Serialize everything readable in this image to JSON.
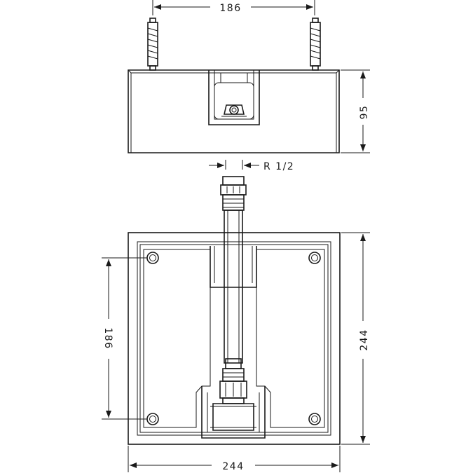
{
  "dimensions": {
    "top_anchor_spacing": "186",
    "housing_height": "95",
    "thread_size": "R 1/2",
    "plate_height": "244",
    "plate_hole_spacing": "186",
    "plate_width": "244"
  },
  "colors": {
    "line": "#1a1a1a",
    "background": "#ffffff"
  }
}
